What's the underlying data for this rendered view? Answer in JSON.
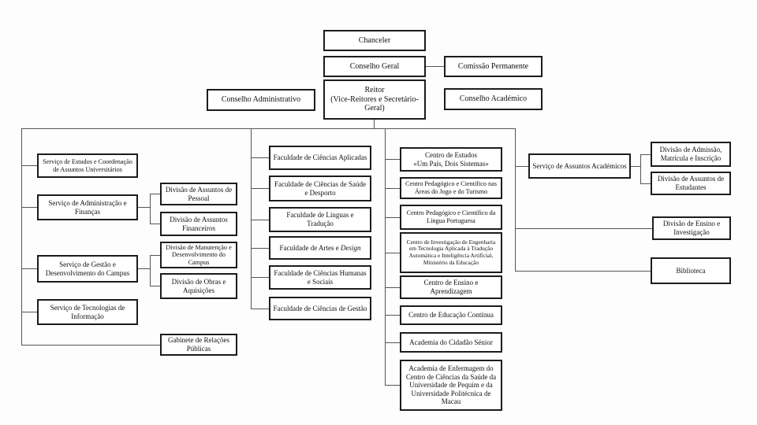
{
  "governance": {
    "chanceler": "Chanceler",
    "conselho_geral": "Conselho Geral",
    "comissao_permanente": "Comissão Permanente",
    "reitor": "Reitor\n(Vice-Reitores e Secretário-Geral)",
    "conselho_administrativo": "Conselho Administrativo",
    "conselho_academico": "Conselho Académico"
  },
  "services_left": {
    "estudos_coordenacao": "Serviço de Estudos e Coordenação de Assuntos Universitários",
    "administracao_financas": "Serviço de Administração e Finanças",
    "gestao_campus": "Serviço de Gestão e Desenvolvimento do Campus",
    "tecnologias_informacao": "Serviço de Tecnologias de Informação",
    "gabinete_relacoes_publicas": "Gabinete de Relações Públicas",
    "admin_financas_divisions": [
      "Divisão de Assuntos de Pessoal",
      "Divisão de Assuntos Financeiros"
    ],
    "gestao_campus_divisions": [
      "Divisão de Manutenção e Desenvolvimento do Campus",
      "Divisão de Obras e Aquisições"
    ]
  },
  "faculdades": {
    "ciencias_aplicadas": "Faculdade de Ciências Aplicadas",
    "saude_desporto": "Faculdade de Ciências de Saúde e Desporto",
    "linguas_traducao": "Faculdade de Línguas e Tradução",
    "artes_prefix": "Faculdade de Artes e ",
    "artes_italic": "Design",
    "humanas_sociais": "Faculdade de Ciências Humanas e Sociais",
    "ciencias_gestao": "Faculdade de Ciências de Gestão"
  },
  "centros": [
    "Centro de Estudos\n«Um País, Dois Sistemas»",
    "Centro Pedagógico e Científico nas Áreas do Jogo e do Turismo",
    "Centro Pedagógico e Científico da Língua Portuguesa",
    "Centro de Investigação de Engenharia em Tecnologia Aplicada à Tradução Automática e Inteligência Artificial, Ministério da Educação",
    "Centro de Ensino e Aprendizagem",
    "Centro de Educação Contínua",
    "Academia do Cidadão Sénior",
    "Academia de Enfermagem do Centro de Ciências da Saúde da Universidade de Pequim e da Universidade Politécnica de Macau"
  ],
  "right": {
    "assuntos_academicos": "Serviço de Assuntos Académicos",
    "divisions": [
      "Divisão de Admissão, Matrícula e Inscrição",
      "Divisão de Assuntos de Estudantes"
    ],
    "ensino_investigacao": "Divisão de Ensino e Investigação",
    "biblioteca": "Biblioteca"
  }
}
